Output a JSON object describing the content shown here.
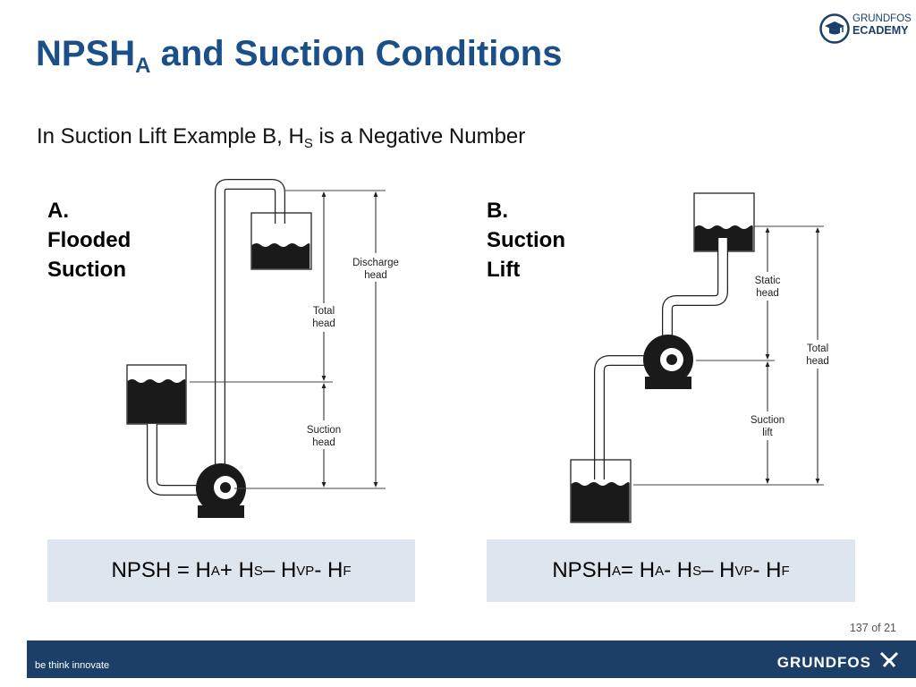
{
  "title": {
    "main": "NPSH",
    "sub": "A",
    "rest": " and Suction Conditions"
  },
  "subtitle": {
    "before": "In Suction Lift Example B, H",
    "sub": "S",
    "after": " is a Negative Number"
  },
  "logo": {
    "line1": "GRUNDFOS",
    "line2": "ECADEMY"
  },
  "panel_a": {
    "label": "A.\nFlooded\nSuction",
    "labels": {
      "discharge1": "Discharge",
      "discharge2": "head",
      "total1": "Total",
      "total2": "head",
      "suction1": "Suction",
      "suction2": "head"
    }
  },
  "panel_b": {
    "label": "B.\nSuction\nLift",
    "labels": {
      "static1": "Static",
      "static2": "head",
      "total1": "Total",
      "total2": "head",
      "lift1": "Suction",
      "lift2": "lift"
    }
  },
  "formula_a": {
    "p1": "NPSH = H",
    "s1": "A",
    "p2": " + H",
    "s2": "S",
    "p3": " – H",
    "s3": "VP",
    "p4": " - H",
    "s4": "F"
  },
  "formula_b": {
    "p0": "NPSH",
    "s0": "A",
    "p1": " = H",
    "s1": "A",
    "p2": " - H",
    "s2": "S",
    "p3": " – H",
    "s3": "VP",
    "p4": " - H",
    "s4": "F"
  },
  "page_number": "137 of 21",
  "footer": {
    "tagline": "be think innovate",
    "brand": "GRUNDFOS"
  },
  "colors": {
    "title": "#1b4f8a",
    "footer": "#1b3f66",
    "formula_bg": "#dde5ef"
  }
}
